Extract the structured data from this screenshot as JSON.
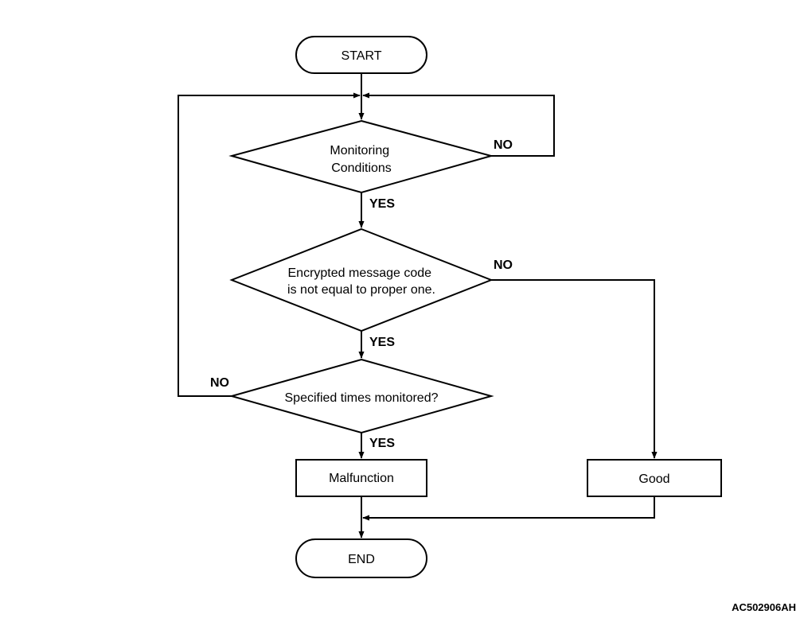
{
  "flowchart": {
    "start": "START",
    "decision_monitoring": [
      "Monitoring",
      "Conditions"
    ],
    "decision_encrypted": [
      "Encrypted message code",
      "is not equal to proper one."
    ],
    "decision_specified": "Specified times monitored?",
    "malfunction": "Malfunction",
    "good": "Good",
    "end": "END",
    "yes_label": "YES",
    "no_label": "NO"
  },
  "reference_code": "AC502906AH"
}
